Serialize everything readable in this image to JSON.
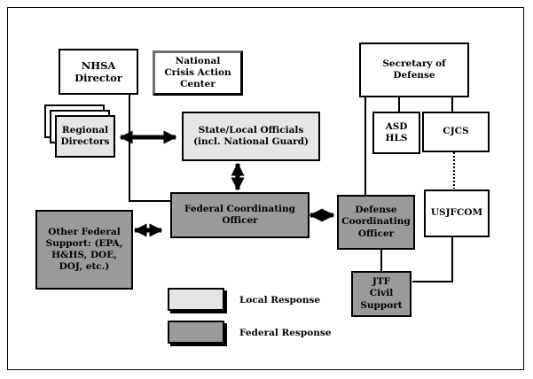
{
  "nodes": {
    "nhsa_director": "NHSA\nDirector",
    "national_crisis_action_center": "National\nCrisis Action\nCenter",
    "regional_directors": "Regional\nDirectors",
    "state_local_officials": "State/Local Officials\n(incl. National Guard)",
    "federal_coordinating_officer": "Federal Coordinating\nOfficer",
    "other_federal_support": "Other Federal\nSupport: (EPA,\nH&HS, DOE,\nDOJ, etc.)",
    "secretary_of_defense": "Secretary of\nDefense",
    "asd_hls": "ASD\nHLS",
    "cjcs": "CJCS",
    "usjfcom": "USJFCOM",
    "defense_coordinating_officer": "Defense\nCoordinating\nOfficer",
    "jtf_civil_support": "JTF\nCivil\nSupport"
  },
  "legend": {
    "local": {
      "label": "Local Response",
      "color": "#e6e6e6"
    },
    "federal": {
      "label": "Federal Response",
      "color": "#9a9a9a"
    }
  }
}
